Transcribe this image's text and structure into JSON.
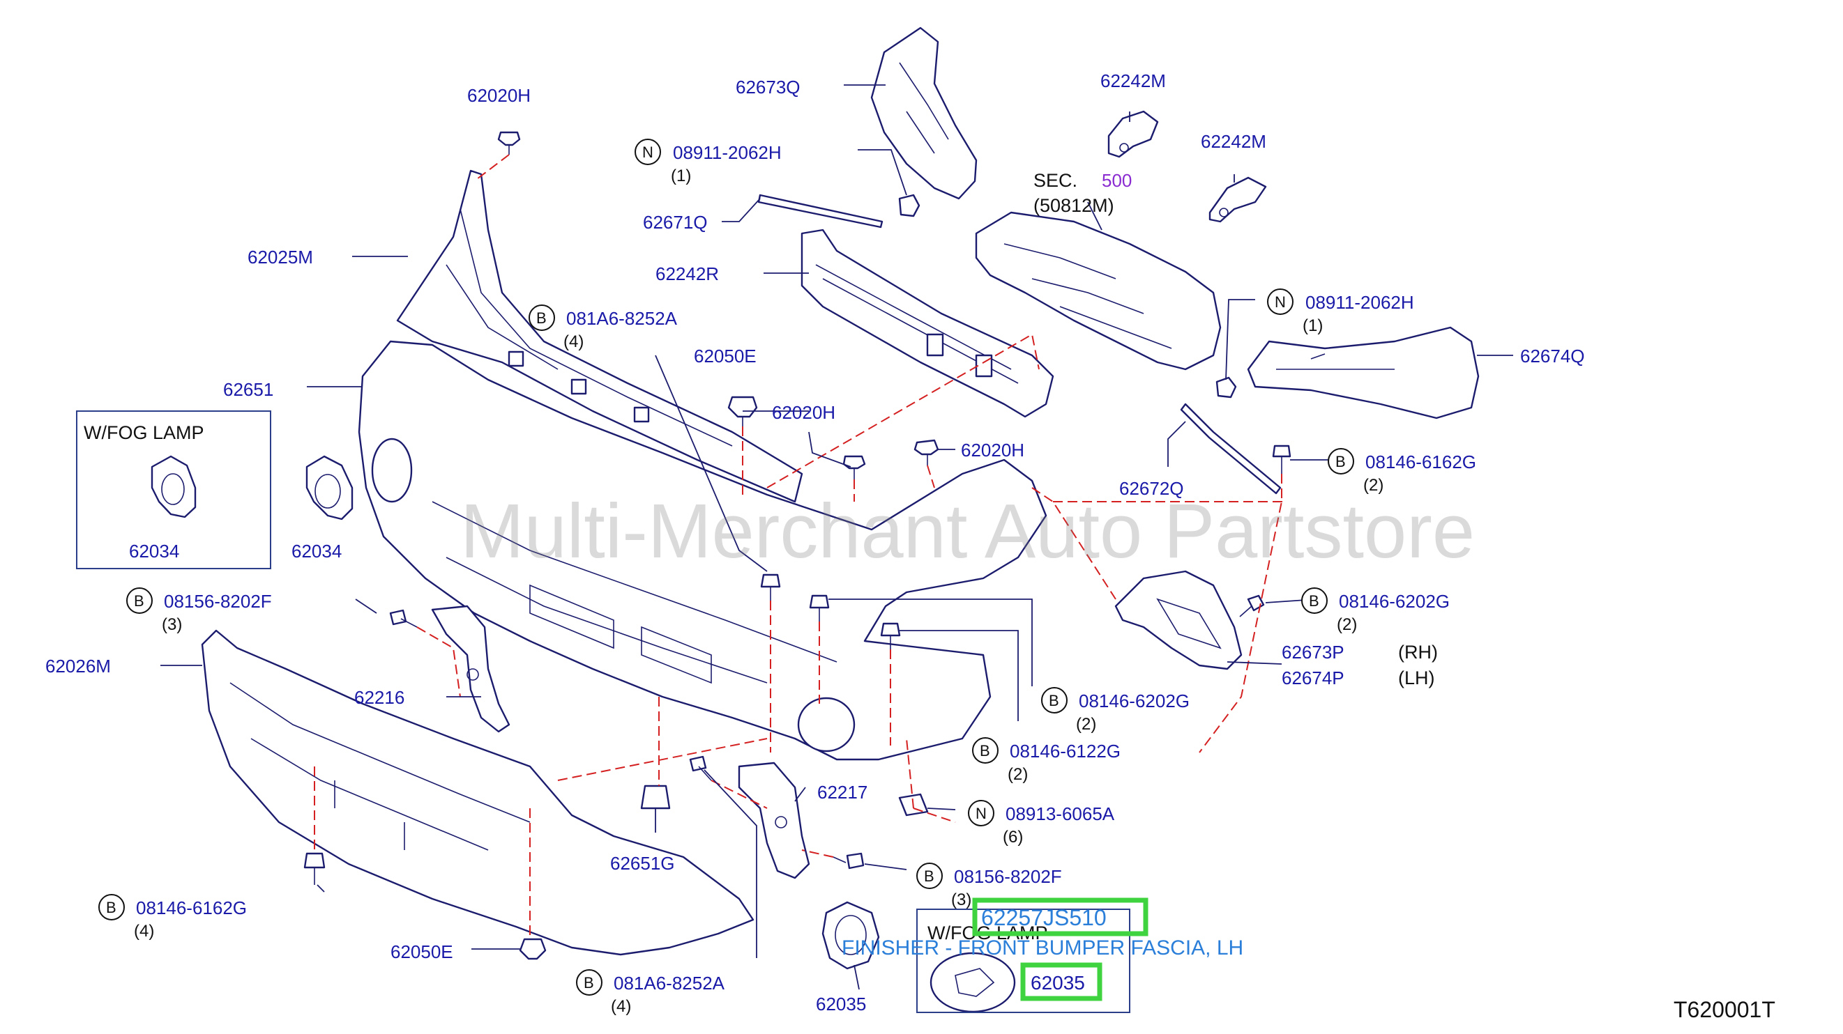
{
  "watermark": "Multi-Merchant Auto Partstore",
  "diagram_code": "T620001T",
  "sec_ref": {
    "prefix": "SEC.",
    "number": "500",
    "sub": "(50812M)"
  },
  "fog_box": {
    "title": "W/FOG   LAMP",
    "part": "62034"
  },
  "fog_box_2": {
    "title": "W/FOG   LAMP"
  },
  "highlight": {
    "part_number": "62257JS510",
    "description": "FINISHER - FRONT BUMPER FASCIA, LH",
    "part_ref": "62035"
  },
  "colors": {
    "label": "#1a1aa8",
    "leader": "#1c1c6e",
    "dash": "#d42020",
    "highlight": "#3fd43f",
    "highlight_text": "#2b7fd9",
    "sec_number": "#8a2bd1"
  },
  "labels": {
    "p62020H_top": "62020H",
    "p62673Q": "62673Q",
    "p62242M_a": "62242M",
    "p62242M_b": "62242M",
    "n08911_a": "08911-2062H",
    "n08911_a_qty": "(1)",
    "p62671Q": "62671Q",
    "p62025M": "62025M",
    "p62242R": "62242R",
    "b081A6_a": "081A6-8252A",
    "b081A6_a_qty": "(4)",
    "n08911_b": "08911-2062H",
    "n08911_b_qty": "(1)",
    "p62050E_a": "62050E",
    "p62674Q": "62674Q",
    "p62651": "62651",
    "p62020H_mid": "62020H",
    "p62020H_right": "62020H",
    "b08146_6162G_a": "08146-6162G",
    "b08146_6162G_a_qty": "(2)",
    "p62672Q": "62672Q",
    "p62034": "62034",
    "b08156_a": "08156-8202F",
    "b08156_a_qty": "(3)",
    "b08146_6202G_a": "08146-6202G",
    "b08146_6202G_a_qty": "(2)",
    "p62026M": "62026M",
    "p62673P": "62673P",
    "p62673P_side": "(RH)",
    "p62674P": "62674P",
    "p62674P_side": "(LH)",
    "p62216": "62216",
    "b08146_6202G_b": "08146-6202G",
    "b08146_6202G_b_qty": "(2)",
    "b08146_6122G": "08146-6122G",
    "b08146_6122G_qty": "(2)",
    "p62217": "62217",
    "n08913": "08913-6065A",
    "n08913_qty": "(6)",
    "p62651G": "62651G",
    "b08156_b": "08156-8202F",
    "b08156_b_qty": "(3)",
    "b08146_6162G_b": "08146-6162G",
    "b08146_6162G_b_qty": "(4)",
    "p62050E_b": "62050E",
    "b081A6_b": "081A6-8252A",
    "b081A6_b_qty": "(4)",
    "p62035": "62035"
  },
  "markers": {
    "bolt": "B",
    "nut": "N"
  }
}
